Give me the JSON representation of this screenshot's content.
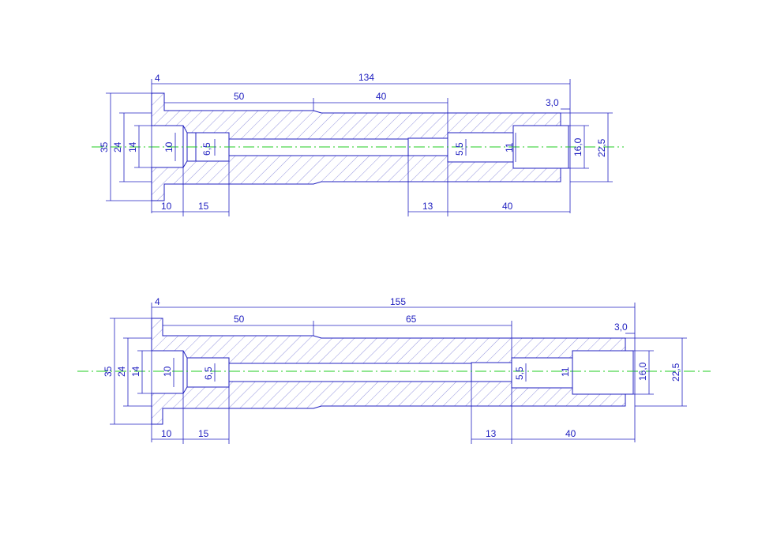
{
  "drawings": [
    {
      "id": "top",
      "dims": {
        "flange": "4",
        "total": "134",
        "seg_a": "50",
        "seg_b": "40",
        "gap": "3,0",
        "d_outer": "35",
        "d_flange": "24",
        "d_bore": "14",
        "d_inner": "10",
        "d_neck": "6,5",
        "d_small": "5,5",
        "d_rear": "11",
        "d_tip": "16,0",
        "d_end": "22,5",
        "b1": "10",
        "b2": "15",
        "b3": "13",
        "b4": "40"
      }
    },
    {
      "id": "bottom",
      "dims": {
        "flange": "4",
        "total": "155",
        "seg_a": "50",
        "seg_b": "65",
        "gap": "3,0",
        "d_outer": "35",
        "d_flange": "24",
        "d_bore": "14",
        "d_inner": "10",
        "d_neck": "6,5",
        "d_small": "5,5",
        "d_rear": "11",
        "d_tip": "16,0",
        "d_end": "22,5",
        "b1": "10",
        "b2": "15",
        "b3": "13",
        "b4": "40"
      }
    }
  ],
  "colors": {
    "line": "#2020c0",
    "centerline": "#22cc22",
    "background": "#ffffff"
  }
}
